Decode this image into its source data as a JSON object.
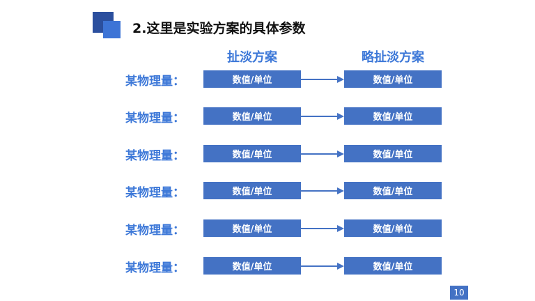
{
  "slide": {
    "title": "2.这里是实验方案的具体参数",
    "page_number": "10"
  },
  "columns": {
    "left": "扯淡方案",
    "right": "略扯淡方案"
  },
  "rows": [
    {
      "label": "某物理量：",
      "left_value": "数值/单位",
      "right_value": "数值/单位"
    },
    {
      "label": "某物理量：",
      "left_value": "数值/单位",
      "right_value": "数值/单位"
    },
    {
      "label": "某物理量：",
      "left_value": "数值/单位",
      "right_value": "数值/单位"
    },
    {
      "label": "某物理量：",
      "left_value": "数值/单位",
      "right_value": "数值/单位"
    },
    {
      "label": "某物理量：",
      "left_value": "数值/单位",
      "right_value": "数值/单位"
    },
    {
      "label": "某物理量：",
      "left_value": "数值/单位",
      "right_value": "数值/单位"
    }
  ],
  "colors": {
    "accent": "#3d78d8",
    "box": "#4472c4",
    "logo_dark": "#2b4f9e",
    "logo_light": "#3d74d6"
  },
  "icons": {
    "logo": "stacked-squares-icon",
    "arrow": "arrow-right-icon"
  }
}
